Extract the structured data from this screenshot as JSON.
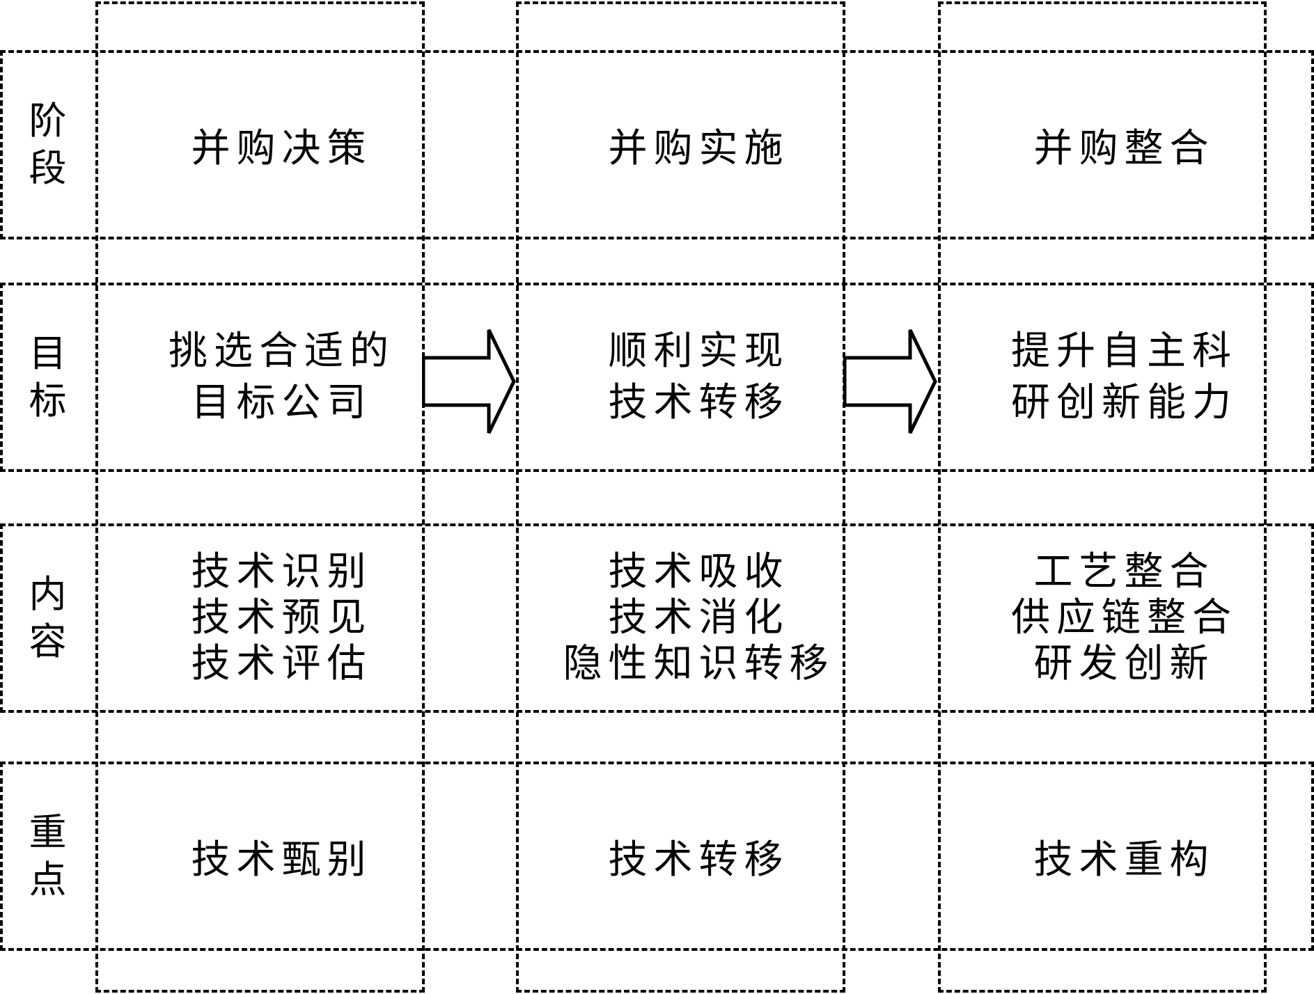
{
  "rows": {
    "stage": {
      "label_chars": [
        "阶",
        "段"
      ]
    },
    "goal": {
      "label_chars": [
        "目",
        "标"
      ]
    },
    "content": {
      "label_chars": [
        "内",
        "容"
      ]
    },
    "focus": {
      "label_chars": [
        "重",
        "点"
      ]
    }
  },
  "columns": {
    "decision": {
      "stage": "并购决策",
      "goal": [
        "挑选合适的",
        "目标公司"
      ],
      "content": [
        "技术识别",
        "技术预见",
        "技术评估"
      ],
      "focus": "技术甄别"
    },
    "implement": {
      "stage": "并购实施",
      "goal": [
        "顺利实现",
        "技术转移"
      ],
      "content": [
        "技术吸收",
        "技术消化",
        "隐性知识转移"
      ],
      "focus": "技术转移"
    },
    "integrate": {
      "stage": "并购整合",
      "goal": [
        "提升自主科",
        "研创新能力"
      ],
      "content": [
        "工艺整合",
        "供应链整合",
        "研发创新"
      ],
      "focus": "技术重构"
    }
  },
  "arrows": {
    "count": 2,
    "style": "hollow-right-arrow",
    "stroke_color": "#000000",
    "fill_color": "#ffffff"
  },
  "colors": {
    "line": "#000000",
    "background": "#ffffff",
    "text": "#000000"
  }
}
